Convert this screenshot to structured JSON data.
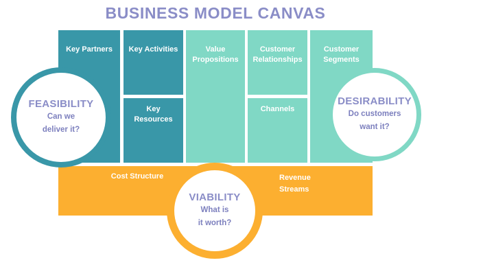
{
  "title": "BUSINESS MODEL CANVAS",
  "colors": {
    "teal": "#3997a8",
    "mint": "#80d8c5",
    "orange": "#fcaf30",
    "purple": "#8a8dc7",
    "purple_dark": "#7d80be"
  },
  "grid": {
    "key_partners": "Key Partners",
    "key_activities": "Key Activities",
    "key_resources": "Key Resources",
    "value_propositions": "Value Propositions",
    "customer_relationships": "Customer Relationships",
    "channels": "Channels",
    "customer_segments": "Customer Segments"
  },
  "bottom_bar": {
    "cost_structure": "Cost Structure",
    "revenue_streams": "Revenue Streams"
  },
  "circles": {
    "feasibility": {
      "title": "FEASIBILITY",
      "line1": "Can we",
      "line2": "deliver it?"
    },
    "desirability": {
      "title": "DESIRABILITY",
      "line1": "Do customers",
      "line2": "want it?"
    },
    "viability": {
      "title": "VIABILITY",
      "line1": "What is",
      "line2": "it worth?"
    }
  }
}
